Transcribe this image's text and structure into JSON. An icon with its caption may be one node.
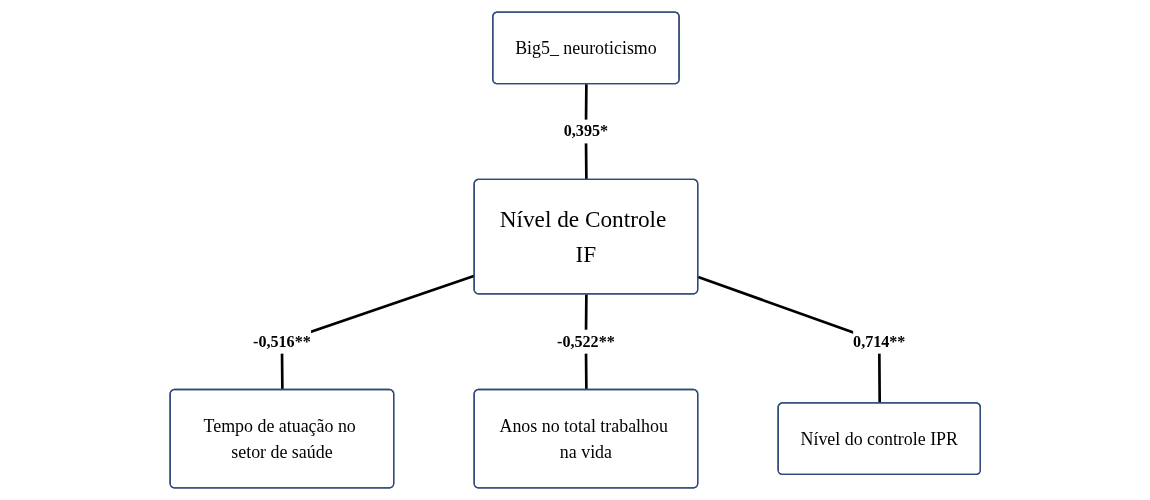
{
  "diagram": {
    "nodes": [
      {
        "text": [
          "Big5_ neuroticismo"
        ]
      },
      {
        "text": [
          "Nível de Controle IF"
        ]
      },
      {
        "text": [
          "Tempo de atuação no setor de saúde"
        ]
      },
      {
        "text": [
          "Anos no total trabalhou na vida"
        ]
      },
      {
        "text": [
          "Nível do controle IPR"
        ]
      }
    ],
    "edges": [
      {
        "from": 0,
        "to": 1,
        "arrow": "none",
        "label": "0,395*"
      },
      {
        "from": 1,
        "to": 2,
        "arrow": "none",
        "label": "-0,516**"
      },
      {
        "from": 1,
        "to": 3,
        "arrow": "none",
        "label": "-0,522**"
      },
      {
        "from": 1,
        "to": 4,
        "arrow": "none",
        "label": "0,714**"
      }
    ]
  }
}
